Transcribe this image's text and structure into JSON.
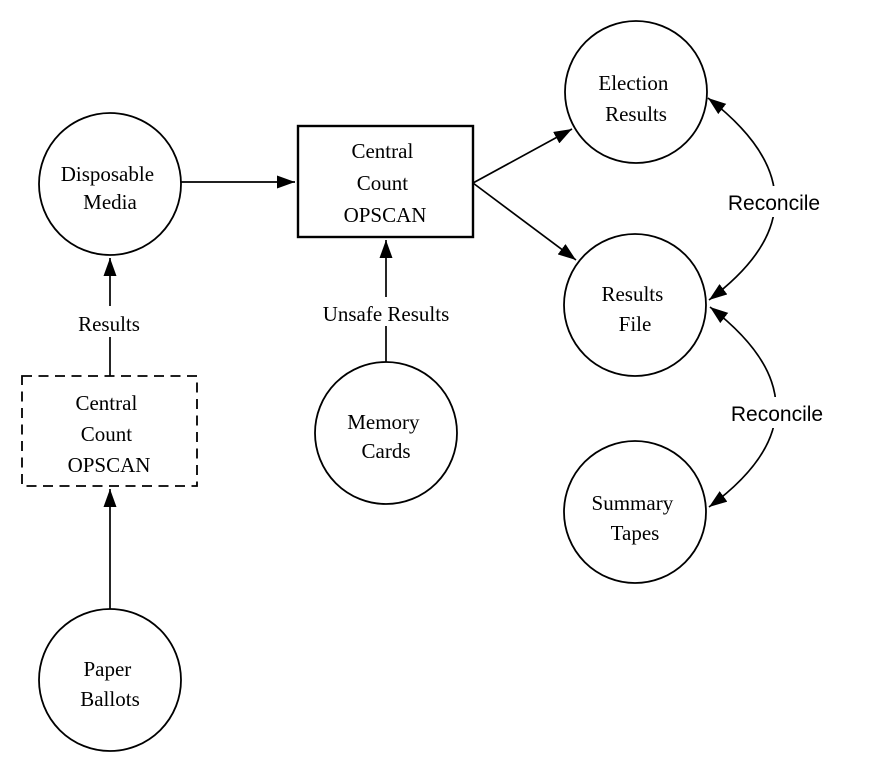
{
  "nodes": {
    "disposable_media": {
      "line1": "Disposable",
      "line2": "Media"
    },
    "central_count_opscan": {
      "line1": "Central",
      "line2": "Count",
      "line3": "OPSCAN"
    },
    "central_count_opscan_dashed": {
      "line1": "Central",
      "line2": "Count",
      "line3": "OPSCAN"
    },
    "paper_ballots": {
      "line1": "Paper",
      "line2": "Ballots"
    },
    "memory_cards": {
      "line1": "Memory",
      "line2": "Cards"
    },
    "election_results": {
      "line1": "Election",
      "line2": "Results"
    },
    "results_file": {
      "line1": "Results",
      "line2": "File"
    },
    "summary_tapes": {
      "line1": "Summary",
      "line2": "Tapes"
    }
  },
  "edge_labels": {
    "results": "Results",
    "unsafe_results": "Unsafe Results",
    "reconcile_top": "Reconcile",
    "reconcile_bottom": "Reconcile"
  },
  "colors": {
    "stroke": "#000000",
    "background": "#ffffff"
  }
}
